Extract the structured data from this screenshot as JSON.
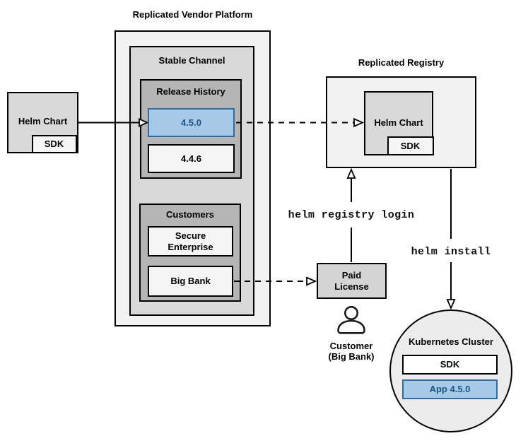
{
  "colors": {
    "highlight-fill": "#a6c9e8",
    "highlight-border": "#2e6da4",
    "highlight-text": "#1a5687"
  },
  "vendor_platform": {
    "title": "Replicated Vendor Platform",
    "stable_channel": {
      "title": "Stable Channel",
      "release_history": {
        "title": "Release History",
        "releases": [
          {
            "version": "4.5.0",
            "highlighted": true
          },
          {
            "version": "4.4.6",
            "highlighted": false
          }
        ]
      },
      "customers": {
        "title": "Customers",
        "items": [
          {
            "name": "Secure\nEnterprise"
          },
          {
            "name": "Big Bank"
          }
        ]
      }
    }
  },
  "source_chart": {
    "label": "Helm Chart",
    "sdk": "SDK"
  },
  "registry": {
    "title": "Replicated Registry",
    "helm_chart": {
      "label": "Helm Chart",
      "sdk": "SDK"
    }
  },
  "paid_license": {
    "label": "Paid\nLicense"
  },
  "customer": {
    "label": "Customer\n(Big Bank)"
  },
  "commands": {
    "registry_login": "helm registry login",
    "install": "helm install"
  },
  "cluster": {
    "title": "Kubernetes Cluster",
    "sdk": "SDK",
    "app": "App 4.5.0"
  }
}
